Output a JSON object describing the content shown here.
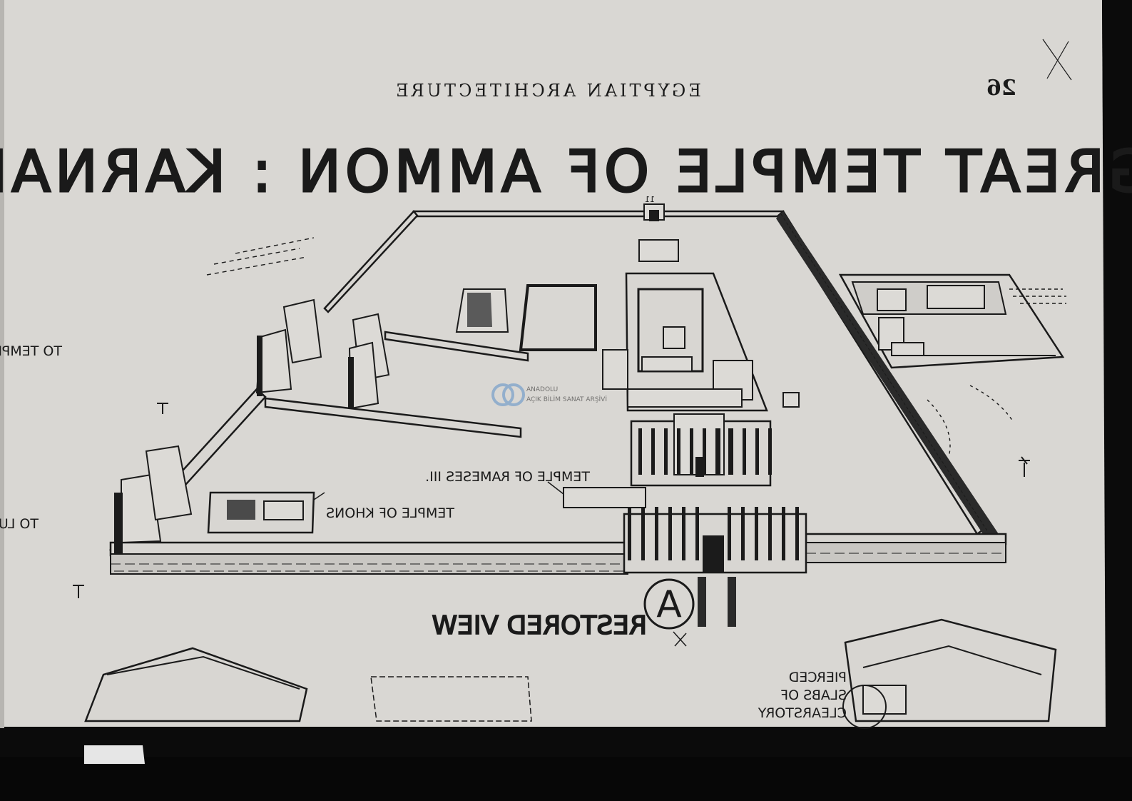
{
  "sheet": {
    "header": "EGYPTIAN ARCHITECTURE",
    "page_number": "26",
    "title": "GREAT TEMPLE OF AMMON : KARNAK",
    "view_label": "RESTORED VIEW",
    "view_letter": "A"
  },
  "labels": {
    "to_mut": "TO TEMPLE OF MUT",
    "to_luxor": "TO LUXOR",
    "rameses": "TEMPLE OF RAMESES III.",
    "khons": "TEMPLE OF KHONS",
    "clerestory": [
      "PIERCED",
      "SLABS OF",
      "CLEARSTORY"
    ],
    "gate_number": "11"
  },
  "watermark": {
    "line1": "ANADOLU",
    "line2": "AÇIK BİLİM SANAT ARŞİVİ"
  },
  "colors": {
    "paper": "#d9d7d3",
    "ink": "#1b1b1b",
    "frame": "#0b0b0b",
    "watermark": "#5a8fc8"
  }
}
